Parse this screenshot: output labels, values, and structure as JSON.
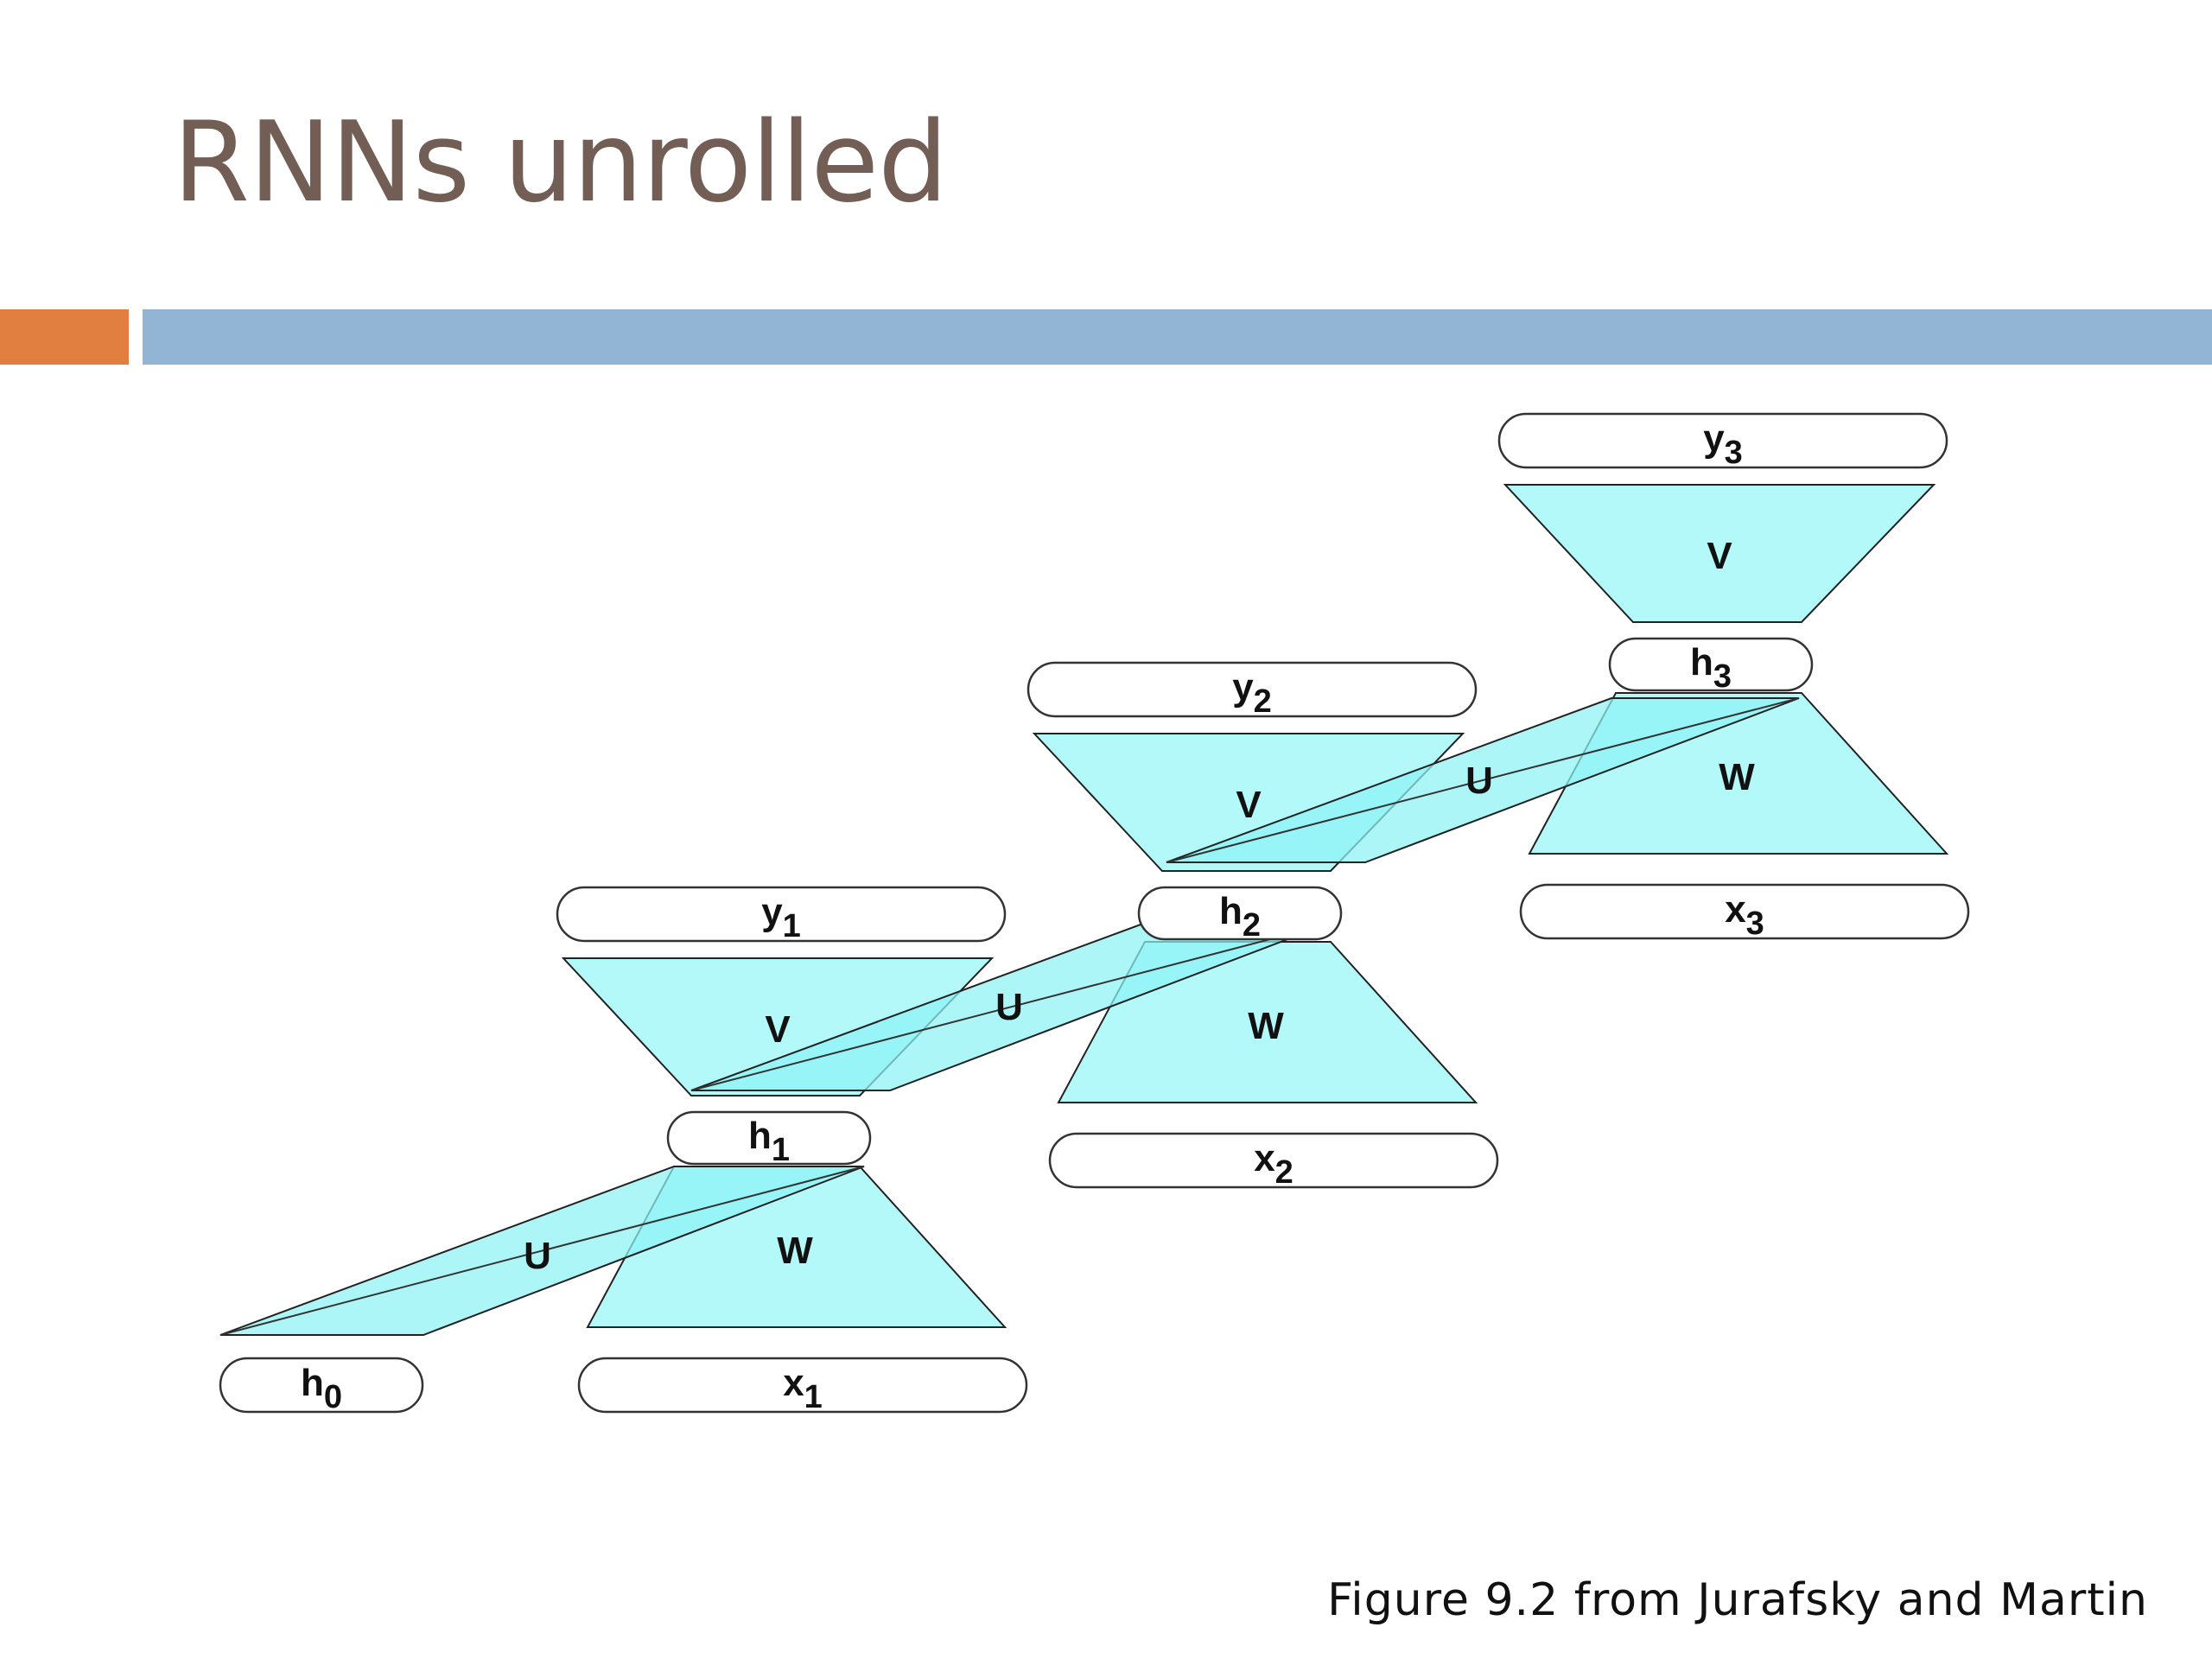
{
  "slide": {
    "title": "RNNs unrolled",
    "caption": "Figure 9.2 from Jurafsky and Martin"
  },
  "colors": {
    "title": "#725e55",
    "accent_bar": "#e07f3f",
    "main_bar": "#93b5d5",
    "layer_fill": "#aaf8f8",
    "recurrent_fill": "#8ef3f5"
  },
  "diagram": {
    "timesteps": [
      {
        "output": {
          "base": "y",
          "sub": "1"
        },
        "hidden": {
          "base": "h",
          "sub": "1"
        },
        "input": {
          "base": "x",
          "sub": "1"
        },
        "output_weight": "V",
        "input_weight": "W",
        "recurrent_weight": "U"
      },
      {
        "output": {
          "base": "y",
          "sub": "2"
        },
        "hidden": {
          "base": "h",
          "sub": "2"
        },
        "input": {
          "base": "x",
          "sub": "2"
        },
        "output_weight": "V",
        "input_weight": "W",
        "recurrent_weight": "U"
      },
      {
        "output": {
          "base": "y",
          "sub": "3"
        },
        "hidden": {
          "base": "h",
          "sub": "3"
        },
        "input": {
          "base": "x",
          "sub": "3"
        },
        "output_weight": "V",
        "input_weight": "W",
        "recurrent_weight": "U"
      }
    ],
    "initial_hidden": {
      "base": "h",
      "sub": "0"
    }
  }
}
